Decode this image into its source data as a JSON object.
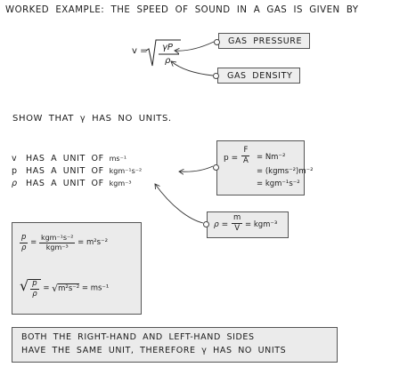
{
  "title": "WORKED EXAMPLE:   THE SPEED OF SOUND IN A GAS IS GIVEN BY",
  "main_formula": {
    "lhs": "v =",
    "numerator": "γP",
    "denominator": "ρ"
  },
  "callouts": {
    "pressure": "GAS  PRESSURE",
    "density": "GAS  DENSITY"
  },
  "task": "SHOW  THAT  γ  HAS  NO  UNITS.",
  "units_list": [
    {
      "symbol": "v",
      "text": "HAS  A  UNIT  OF",
      "unit": "ms⁻¹"
    },
    {
      "symbol": "p",
      "text": "HAS  A  UNIT  OF",
      "unit": "kgm⁻¹s⁻²"
    },
    {
      "symbol": "ρ",
      "text": "HAS  A  UNIT  OF",
      "unit": "kgm⁻³"
    }
  ],
  "pressure_box": {
    "p_label": "p =",
    "frac_num": "F",
    "frac_den": "A",
    "eq1": "= Nm⁻²",
    "eq2": "= (kgms⁻²)m⁻²",
    "eq3": "= kgm⁻¹s⁻²"
  },
  "density_box": {
    "rho_label": "ρ =",
    "frac_num": "m",
    "frac_den": "V",
    "result": "= kgm⁻³"
  },
  "calc_box": {
    "f1_num": "p",
    "f1_den": "ρ",
    "f1_eq": "=",
    "f1_unit_num": "kgm⁻¹s⁻²",
    "f1_unit_den": "kgm⁻³",
    "f1_result": "= m²s⁻²",
    "f2_num": "p",
    "f2_den": "ρ",
    "f2_eq": "=",
    "f2_root": "m²s⁻²",
    "f2_result": "= ms⁻¹"
  },
  "conclusion": {
    "line1": "BOTH  THE  RIGHT-HAND  AND  LEFT-HAND  SIDES",
    "line2": "HAVE  THE  SAME  UNIT,  THEREFORE  γ  HAS  NO  UNITS"
  }
}
